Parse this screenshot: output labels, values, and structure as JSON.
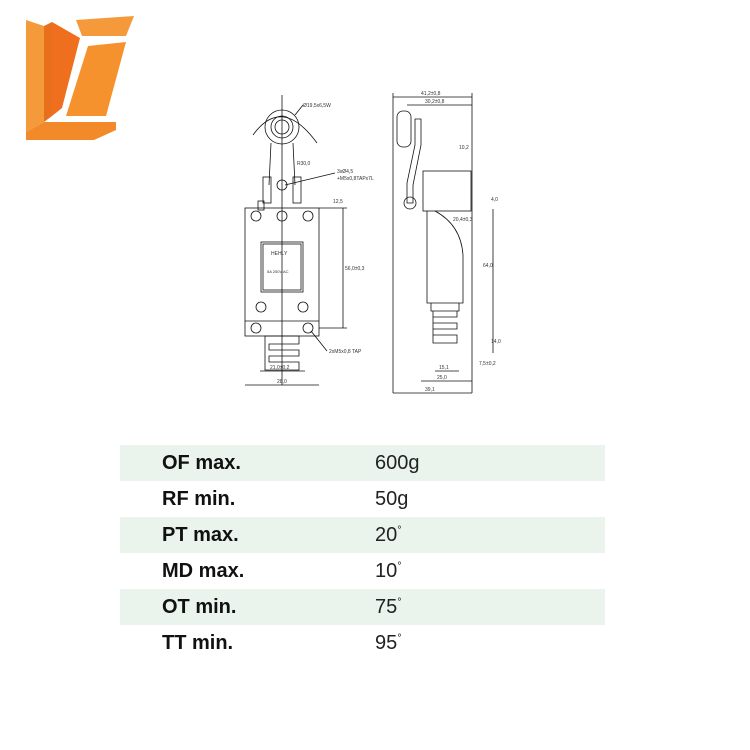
{
  "logo": {
    "name": "orange-3d-letter-logo",
    "colors": {
      "primary": "#f28a2a",
      "dark": "#e8701c"
    }
  },
  "drawing": {
    "front_view": {
      "labels": {
        "roller": "Ø19,5x6,5W",
        "radius": "R30,0",
        "screw": "3xØ4,5",
        "screw2": "+M5x0,8TAPx7L",
        "top_offset": "12,5",
        "height": "56,0±0,3",
        "tap": "2xM5x0,8 TAP",
        "inner_width": "21,0±0,2",
        "width": "28,0"
      },
      "nameplate": {
        "brand": "HEHLY",
        "rating": "5A 250V AC"
      }
    },
    "side_view": {
      "labels": {
        "overall": "41,2±0,8",
        "arm": "30,2±0,8",
        "head": "10,2",
        "offset": "4,0",
        "mount": "20,4±0,3",
        "body": "64,0",
        "neck": "14,0",
        "neck_w": "7,5±0,2",
        "bottom": "15,1",
        "depth": "25,0",
        "total_depth": "39,1"
      }
    }
  },
  "specs": [
    {
      "label": "OF max.",
      "value": "600g",
      "deg": ""
    },
    {
      "label": "RF min.",
      "value": "50g",
      "deg": ""
    },
    {
      "label": "PT max.",
      "value": "20",
      "deg": "°"
    },
    {
      "label": "MD max.",
      "value": "10",
      "deg": "°"
    },
    {
      "label": "OT min.",
      "value": "75",
      "deg": "°"
    },
    {
      "label": "TT min.",
      "value": "95",
      "deg": "°"
    }
  ],
  "colors": {
    "row_shade": "#eaf4ec"
  }
}
